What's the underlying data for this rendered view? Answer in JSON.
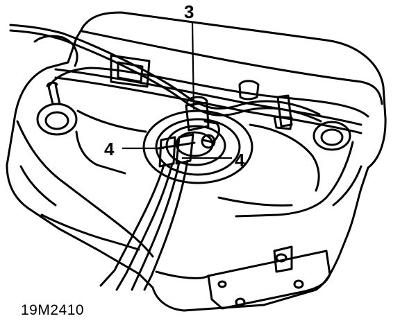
{
  "callouts": {
    "label_3": "3",
    "label_4_left": "4",
    "label_4_right": "4"
  },
  "figure_code": "19M2410",
  "colors": {
    "line": "#000000",
    "background": "#ffffff"
  }
}
